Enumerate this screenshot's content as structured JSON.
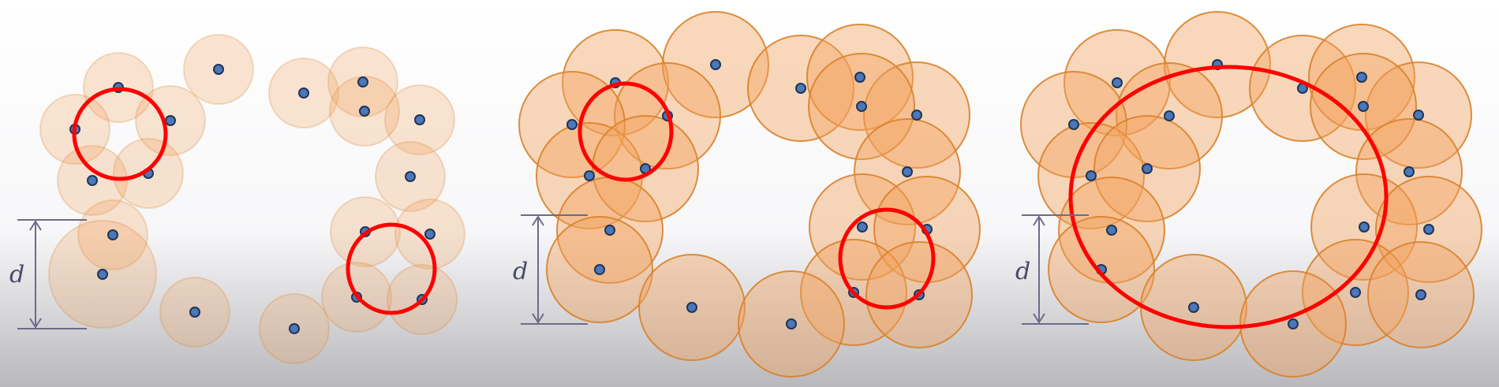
{
  "dimension_label": "d",
  "colors": {
    "ball_fill": "#f2a15e",
    "ball_stroke": "#d9822b",
    "point_fill": "#4a78b8",
    "highlight": "#ff0000",
    "dimension_line": "#6b6b8a"
  },
  "panels": [
    {
      "id": "panel-small-radius",
      "ball_opacity": 0.28,
      "highlight_count": 2
    },
    {
      "id": "panel-medium-radius",
      "ball_opacity": 0.42,
      "highlight_count": 2
    },
    {
      "id": "panel-large-radius",
      "ball_opacity": 0.42,
      "highlight_count": 1
    }
  ]
}
